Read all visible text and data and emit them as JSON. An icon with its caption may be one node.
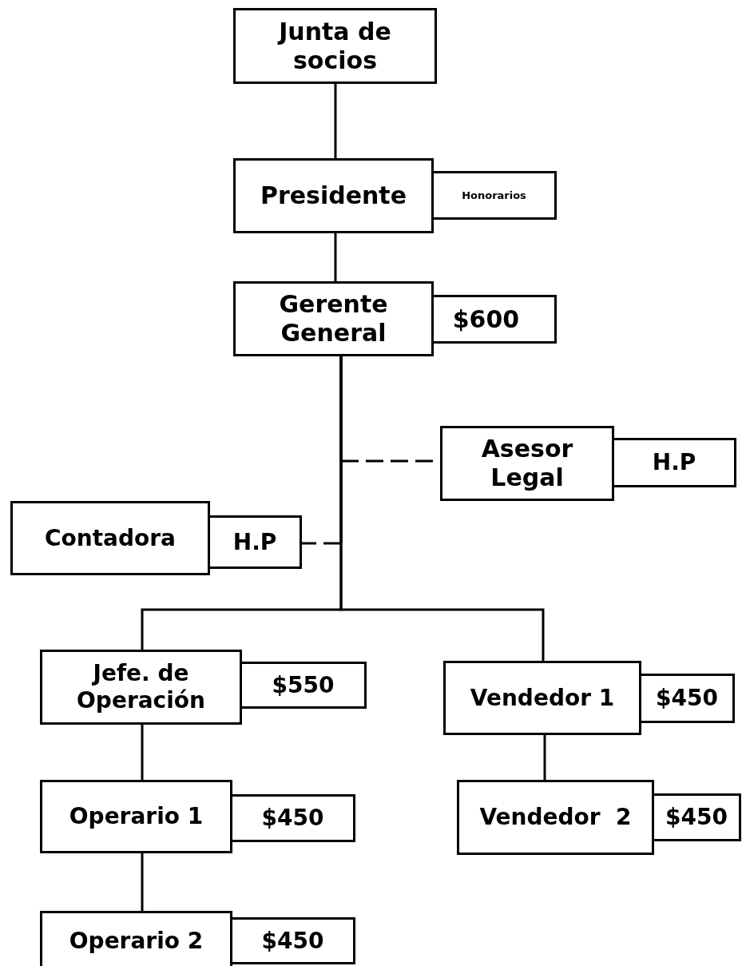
{
  "diagram": {
    "nodes": [
      {
        "text": [
          "Junta de socios"
        ]
      },
      {
        "text": [
          "Presidente"
        ]
      },
      {
        "text": [
          "Honorarios"
        ]
      },
      {
        "text": [
          "Gerente General"
        ]
      },
      {
        "text": [
          "$600"
        ]
      },
      {
        "text": [
          "Asesor Legal"
        ]
      },
      {
        "text": [
          "H.P"
        ]
      },
      {
        "text": [
          "Contadora"
        ]
      },
      {
        "text": [
          "H.P"
        ]
      },
      {
        "text": [
          "Jefe. de Operación"
        ]
      },
      {
        "text": [
          "$550"
        ]
      },
      {
        "text": [
          "Vendedor 1"
        ]
      },
      {
        "text": [
          "$450"
        ]
      },
      {
        "text": [
          "Operario 1"
        ]
      },
      {
        "text": [
          "$450"
        ]
      },
      {
        "text": [
          "Vendedor  2"
        ]
      },
      {
        "text": [
          "$450"
        ]
      },
      {
        "text": [
          "Operario 2"
        ]
      },
      {
        "text": [
          "$450"
        ]
      }
    ],
    "edges": [
      {
        "from": 0,
        "to": 1,
        "arrow": "none"
      },
      {
        "from": 1,
        "to": 3,
        "arrow": "none"
      },
      {
        "from": 3,
        "to": 5,
        "arrow": "none",
        "style": "dashed"
      },
      {
        "from": 3,
        "to": 8,
        "arrow": "none",
        "style": "dashed"
      },
      {
        "from": 3,
        "to": 9,
        "arrow": "none"
      },
      {
        "from": 3,
        "to": 11,
        "arrow": "none"
      },
      {
        "from": 9,
        "to": 13,
        "arrow": "none"
      },
      {
        "from": 13,
        "to": 17,
        "arrow": "none"
      },
      {
        "from": 11,
        "to": 15,
        "arrow": "none"
      }
    ]
  }
}
